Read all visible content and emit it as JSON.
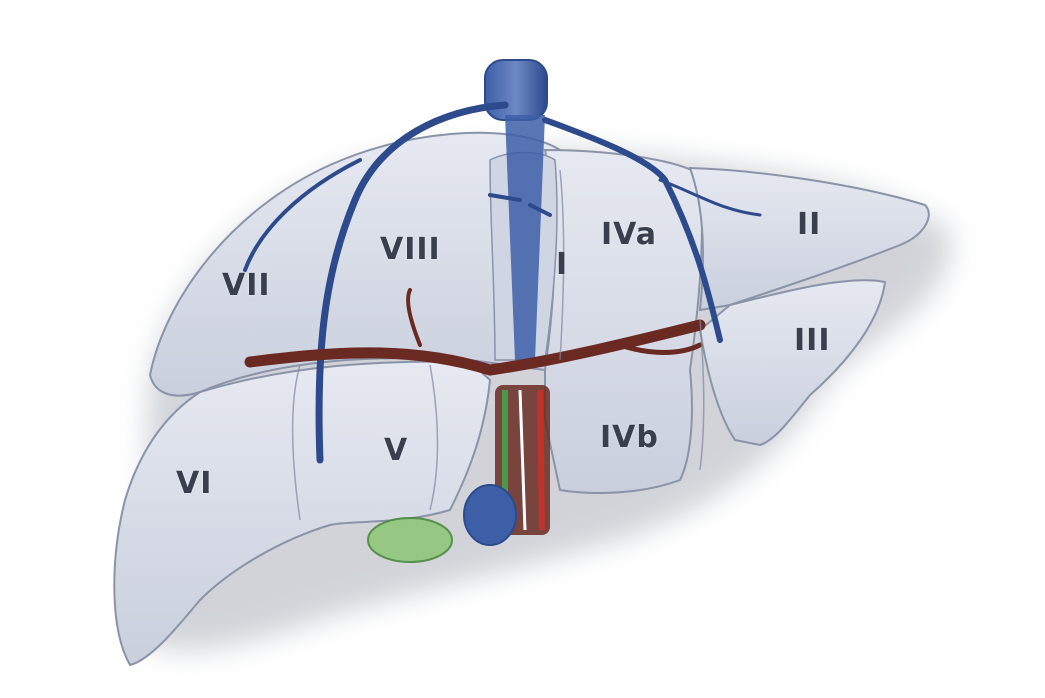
{
  "segments": {
    "s1": "I",
    "s2": "II",
    "s3": "III",
    "s4a": "IVa",
    "s4b": "IVb",
    "s5": "V",
    "s6": "VI",
    "s7": "VII",
    "s8": "VIII"
  },
  "colors": {
    "lobe_fill": "#d9dee9",
    "lobe_stroke": "#8a93a8",
    "hepatic_vein": "#2c4a8c",
    "portal_vein": "#6a2a22",
    "artery": "#c0332a",
    "bile_duct": "#4a9a48",
    "gallbladder": "#8fc77a"
  }
}
